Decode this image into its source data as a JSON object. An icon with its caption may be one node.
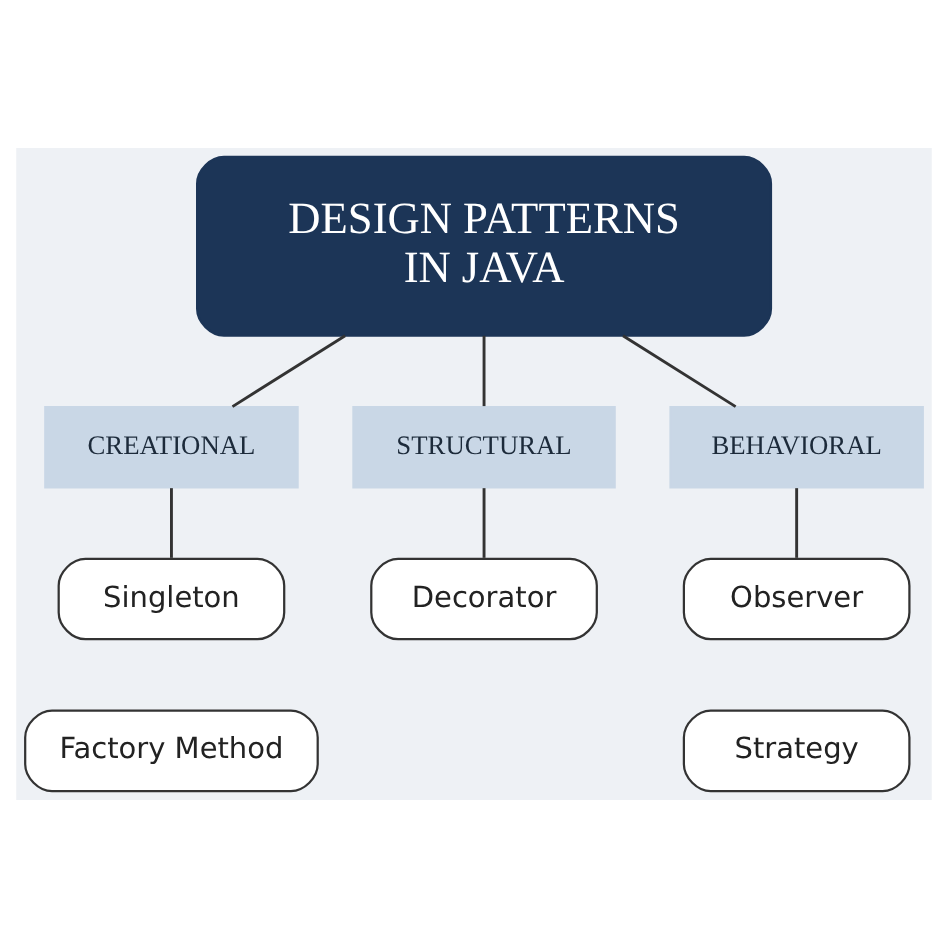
{
  "diagram": {
    "nodes": [
      {
        "text": [
          "DESIGN PATTERNS IN JAVA"
        ]
      },
      {
        "text": [
          "CREATIONAL"
        ]
      },
      {
        "text": [
          "STRUCTURAL"
        ]
      },
      {
        "text": [
          "BEHAVIORAL"
        ]
      },
      {
        "text": [
          "Singleton"
        ]
      },
      {
        "text": [
          "Factory Method"
        ]
      },
      {
        "text": [
          "Decorator"
        ]
      },
      {
        "text": [
          "Observer"
        ]
      },
      {
        "text": [
          "Strategy"
        ]
      }
    ],
    "edges": [
      {
        "from": 0,
        "to": 1,
        "arrow": "none"
      },
      {
        "from": 0,
        "to": 2,
        "arrow": "none"
      },
      {
        "from": 0,
        "to": 3,
        "arrow": "none"
      },
      {
        "from": 1,
        "to": 4,
        "arrow": "none"
      },
      {
        "from": 2,
        "to": 6,
        "arrow": "none"
      },
      {
        "from": 3,
        "to": 7,
        "arrow": "none"
      }
    ]
  }
}
